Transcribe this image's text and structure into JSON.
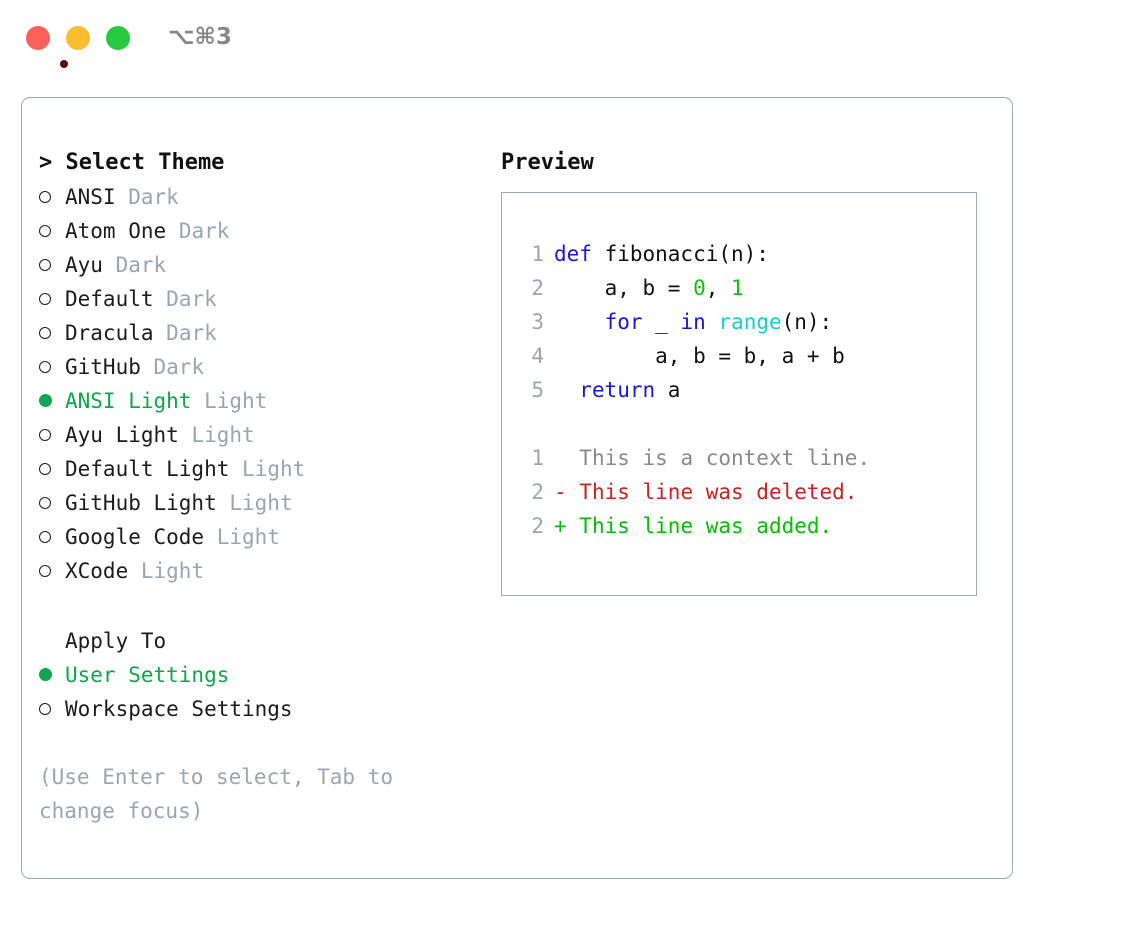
{
  "titlebar": {
    "shortcut": "⌥⌘3",
    "traffic_lights": [
      "close",
      "minimize",
      "maximize"
    ],
    "colors": {
      "close": "#fa6158",
      "minimize": "#fbbd2e",
      "maximize": "#26c93f"
    }
  },
  "left": {
    "header": "> Select Theme",
    "themes": [
      {
        "name": "ANSI",
        "variant": "Dark",
        "selected": false
      },
      {
        "name": "Atom One",
        "variant": "Dark",
        "selected": false
      },
      {
        "name": "Ayu",
        "variant": "Dark",
        "selected": false
      },
      {
        "name": "Default",
        "variant": "Dark",
        "selected": false
      },
      {
        "name": "Dracula",
        "variant": "Dark",
        "selected": false
      },
      {
        "name": "GitHub",
        "variant": "Dark",
        "selected": false
      },
      {
        "name": "ANSI Light",
        "variant": "Light",
        "selected": true
      },
      {
        "name": "Ayu Light",
        "variant": "Light",
        "selected": false
      },
      {
        "name": "Default Light",
        "variant": "Light",
        "selected": false
      },
      {
        "name": "GitHub Light",
        "variant": "Light",
        "selected": false
      },
      {
        "name": "Google Code",
        "variant": "Light",
        "selected": false
      },
      {
        "name": "XCode",
        "variant": "Light",
        "selected": false
      }
    ],
    "apply_to_header": "Apply To",
    "apply_options": [
      {
        "name": "User Settings",
        "selected": true
      },
      {
        "name": "Workspace Settings",
        "selected": false
      }
    ],
    "hint": "(Use Enter to select, Tab to change focus)"
  },
  "right": {
    "header": "Preview",
    "code_lines": [
      {
        "num": "1",
        "tokens": [
          {
            "t": "def ",
            "c": "kw"
          },
          {
            "t": "fibonacci(n):",
            "c": "pl"
          }
        ]
      },
      {
        "num": "2",
        "tokens": [
          {
            "t": "    a, b = ",
            "c": "pl"
          },
          {
            "t": "0",
            "c": "num"
          },
          {
            "t": ", ",
            "c": "pl"
          },
          {
            "t": "1",
            "c": "num"
          }
        ]
      },
      {
        "num": "3",
        "tokens": [
          {
            "t": "    ",
            "c": "pl"
          },
          {
            "t": "for",
            "c": "kw"
          },
          {
            "t": " _ ",
            "c": "pl"
          },
          {
            "t": "in",
            "c": "kw"
          },
          {
            "t": " ",
            "c": "pl"
          },
          {
            "t": "range",
            "c": "fn"
          },
          {
            "t": "(n):",
            "c": "pl"
          }
        ]
      },
      {
        "num": "4",
        "tokens": [
          {
            "t": "        a, b = b, a + b",
            "c": "pl"
          }
        ]
      },
      {
        "num": "5",
        "tokens": [
          {
            "t": "  ",
            "c": "pl"
          },
          {
            "t": "return",
            "c": "kw"
          },
          {
            "t": " a",
            "c": "pl"
          }
        ]
      }
    ],
    "diff_lines": [
      {
        "num": "1",
        "marker": "  ",
        "text": "This is a context line.",
        "kind": "ctx"
      },
      {
        "num": "2",
        "marker": "- ",
        "text": "This line was deleted.",
        "kind": "del"
      },
      {
        "num": "2",
        "marker": "+ ",
        "text": "This line was added.",
        "kind": "add"
      }
    ]
  },
  "colors": {
    "accent_green": "#0ea84a",
    "muted": "#9aa5b1",
    "keyword_blue": "#1717dd",
    "function_cyan": "#13d0d0",
    "number_green": "#0ec40e",
    "diff_delete_red": "#cc2222",
    "diff_add_green": "#00c000",
    "border": "#9fa9b7"
  }
}
